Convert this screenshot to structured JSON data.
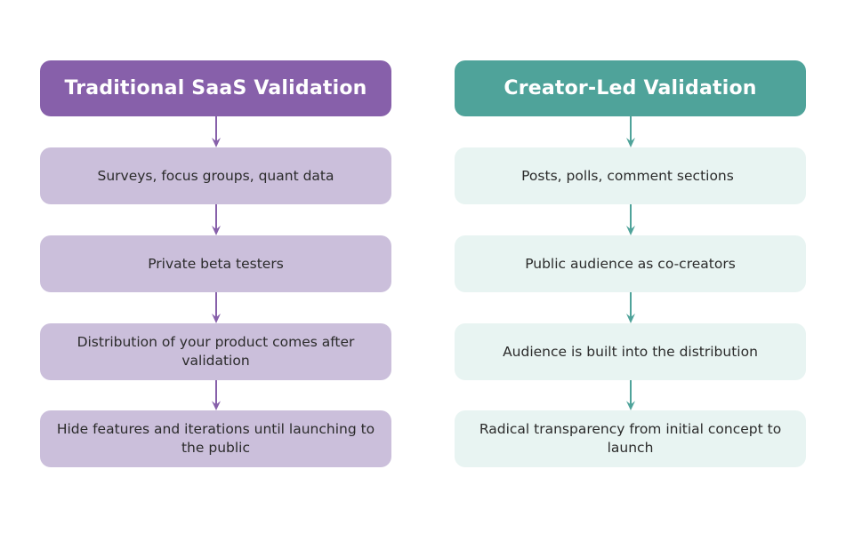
{
  "colors": {
    "traditional_header": "#8760aa",
    "traditional_box": "#cbbfdb",
    "traditional_arrow": "#8760aa",
    "creator_header": "#4fa39a",
    "creator_box": "#e8f4f2",
    "creator_arrow": "#4fa39a"
  },
  "traditional": {
    "title": "Traditional SaaS Validation",
    "steps": [
      "Surveys, focus groups, quant data",
      "Private beta testers",
      "Distribution of your product comes after validation",
      "Hide features and iterations until launching to the public"
    ]
  },
  "creator": {
    "title": "Creator-Led Validation",
    "steps": [
      "Posts, polls, comment sections",
      "Public audience as co-creators",
      "Audience is built into the distribution",
      "Radical transparency from initial concept to launch"
    ]
  }
}
